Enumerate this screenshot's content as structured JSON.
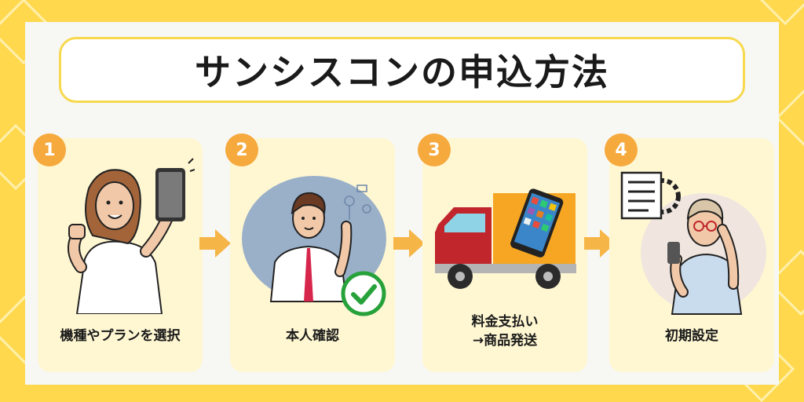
{
  "title": "サンシスコンの申込方法",
  "steps": [
    {
      "number": "1",
      "label": "機種やプランを選択"
    },
    {
      "number": "2",
      "label": "本人確認"
    },
    {
      "number": "3",
      "label_line1": "料金支払い",
      "label_line2": "→商品発送"
    },
    {
      "number": "4",
      "label": "初期設定"
    }
  ],
  "colors": {
    "background": "#ffd84d",
    "panel": "#f7f7f4",
    "card": "#fff7d2",
    "badge": "#f6a93c",
    "arrow": "#f6b547",
    "check": "#27a23a"
  }
}
